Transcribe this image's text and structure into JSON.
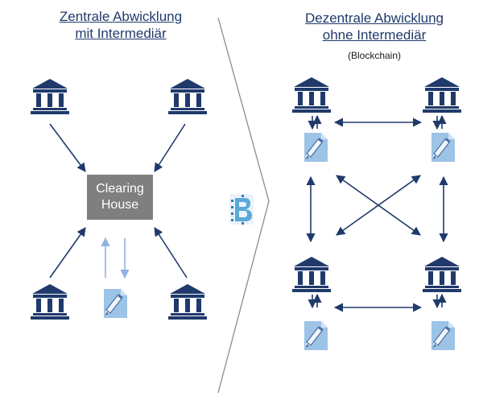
{
  "left_panel": {
    "title_line1": "Zentrale Abwicklung",
    "title_line2": "mit Intermediär",
    "hub_line1": "Clearing",
    "hub_line2": "House"
  },
  "right_panel": {
    "title_line1": "Dezentrale Abwicklung",
    "title_line2": "ohne Intermediär",
    "subtitle": "(Blockchain)"
  },
  "icons": {
    "bank": "bank-icon",
    "document": "document-pen-icon",
    "blockchain": "blockchain-b-icon",
    "transition": "chevron-arrow"
  },
  "colors": {
    "navy": "#1f3a6b",
    "light_blue": "#8db3e2",
    "doc_blue": "#9dc3e6",
    "hub_gray": "#7f7f7f",
    "chevron_gray": "#8c8c8c",
    "arrow": "#1f3a6b"
  }
}
